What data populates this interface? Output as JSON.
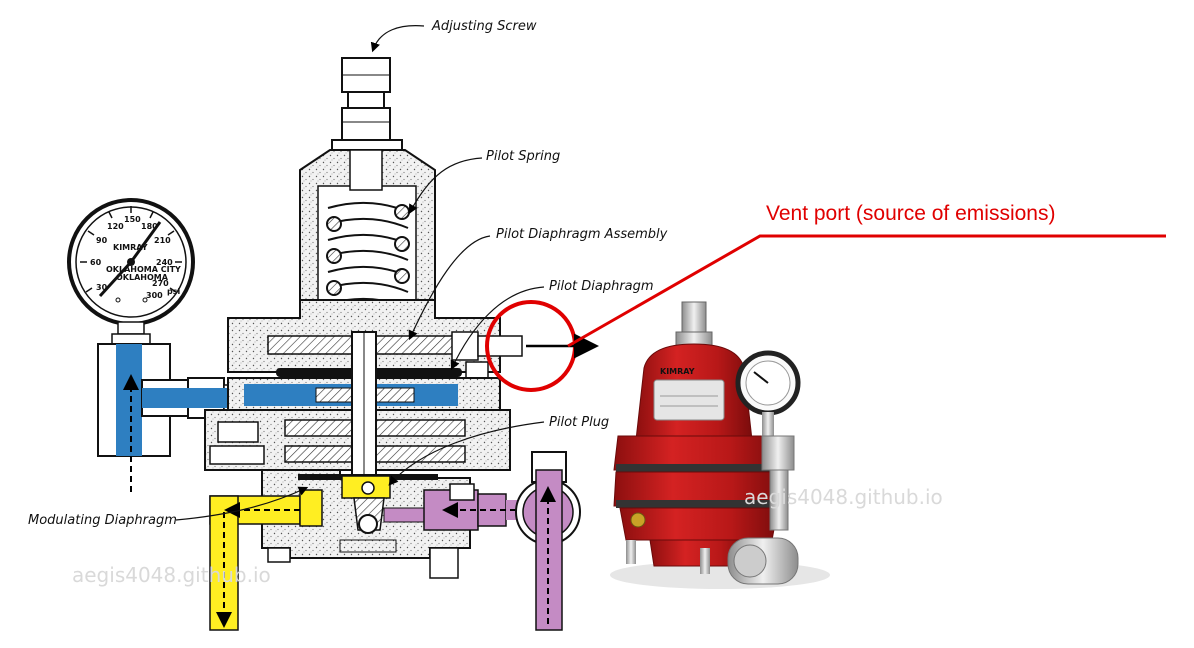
{
  "labels": {
    "adjusting_screw": "Adjusting Screw",
    "pilot_spring": "Pilot Spring",
    "pilot_diaphragm_assembly": "Pilot Diaphragm Assembly",
    "pilot_diaphragm": "Pilot Diaphragm",
    "pilot_plug": "Pilot Plug",
    "modulating_diaphragm": "Modulating Diaphragm"
  },
  "callout": {
    "vent_port": "Vent port  (source of emissions)"
  },
  "gauge": {
    "scale": [
      "30",
      "60",
      "90",
      "120",
      "150",
      "180",
      "210",
      "240",
      "270",
      "300"
    ],
    "brand": "KIMRAY",
    "city_line1": "OKLAHOMA CITY",
    "city_line2": "OKLAHOMA",
    "unit": "psi"
  },
  "photo": {
    "brand_plate": "KIMRAY"
  },
  "watermarks": {
    "left": "aegis4048.github.io",
    "right": "aegis4048.github.io"
  },
  "colors": {
    "callout_red": "#e00000",
    "supply_blue": "#2e7fc1",
    "outlet_yellow": "#ffee22",
    "pilot_purple": "#c48bc4",
    "body_red": "#c21a1a"
  }
}
